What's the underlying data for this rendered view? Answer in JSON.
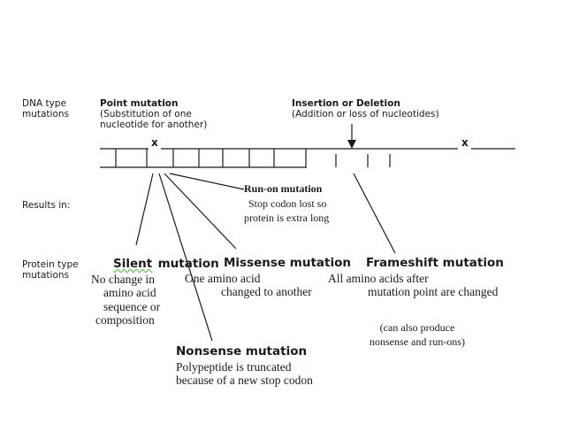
{
  "labels": {
    "dna_type_line1": "DNA type",
    "dna_type_line2": "mutations",
    "results_in": "Results in:",
    "protein_type_line1": "Protein type",
    "protein_type_line2": "mutations"
  },
  "point_mutation": {
    "title": "Point mutation",
    "desc_line1": "(Substitution of one",
    "desc_line2": "nucleotide for another)"
  },
  "insertion_deletion": {
    "title": "Insertion or Deletion",
    "desc": "(Addition or loss of nucleotides)"
  },
  "dna_strand": {
    "marker_left": "x",
    "marker_right": "x"
  },
  "run_on": {
    "title": "Run-on mutation",
    "desc_line1": "Stop codon lost so",
    "desc_line2": "protein is extra long"
  },
  "silent": {
    "title_word1": "Silent",
    "title_word2": "mutation",
    "lines": [
      "No change in",
      "amino acid",
      "sequence or",
      "composition"
    ]
  },
  "missense": {
    "title": "Missense mutation",
    "lines": [
      "One amino acid",
      "changed to another"
    ]
  },
  "frameshift": {
    "title": "Frameshift mutation",
    "lines": [
      "All amino acids after",
      "mutation point are changed"
    ]
  },
  "nonsense": {
    "title": "Nonsense mutation",
    "lines": [
      "Polypeptide is truncated",
      "because of a new stop codon"
    ]
  },
  "note": {
    "line1": "(can also produce",
    "line2": "nonsense and run-ons)"
  },
  "colors": {
    "ink": "#1a1a1a",
    "background": "#ffffff",
    "spellcheck_underline": "#7ac26a"
  }
}
